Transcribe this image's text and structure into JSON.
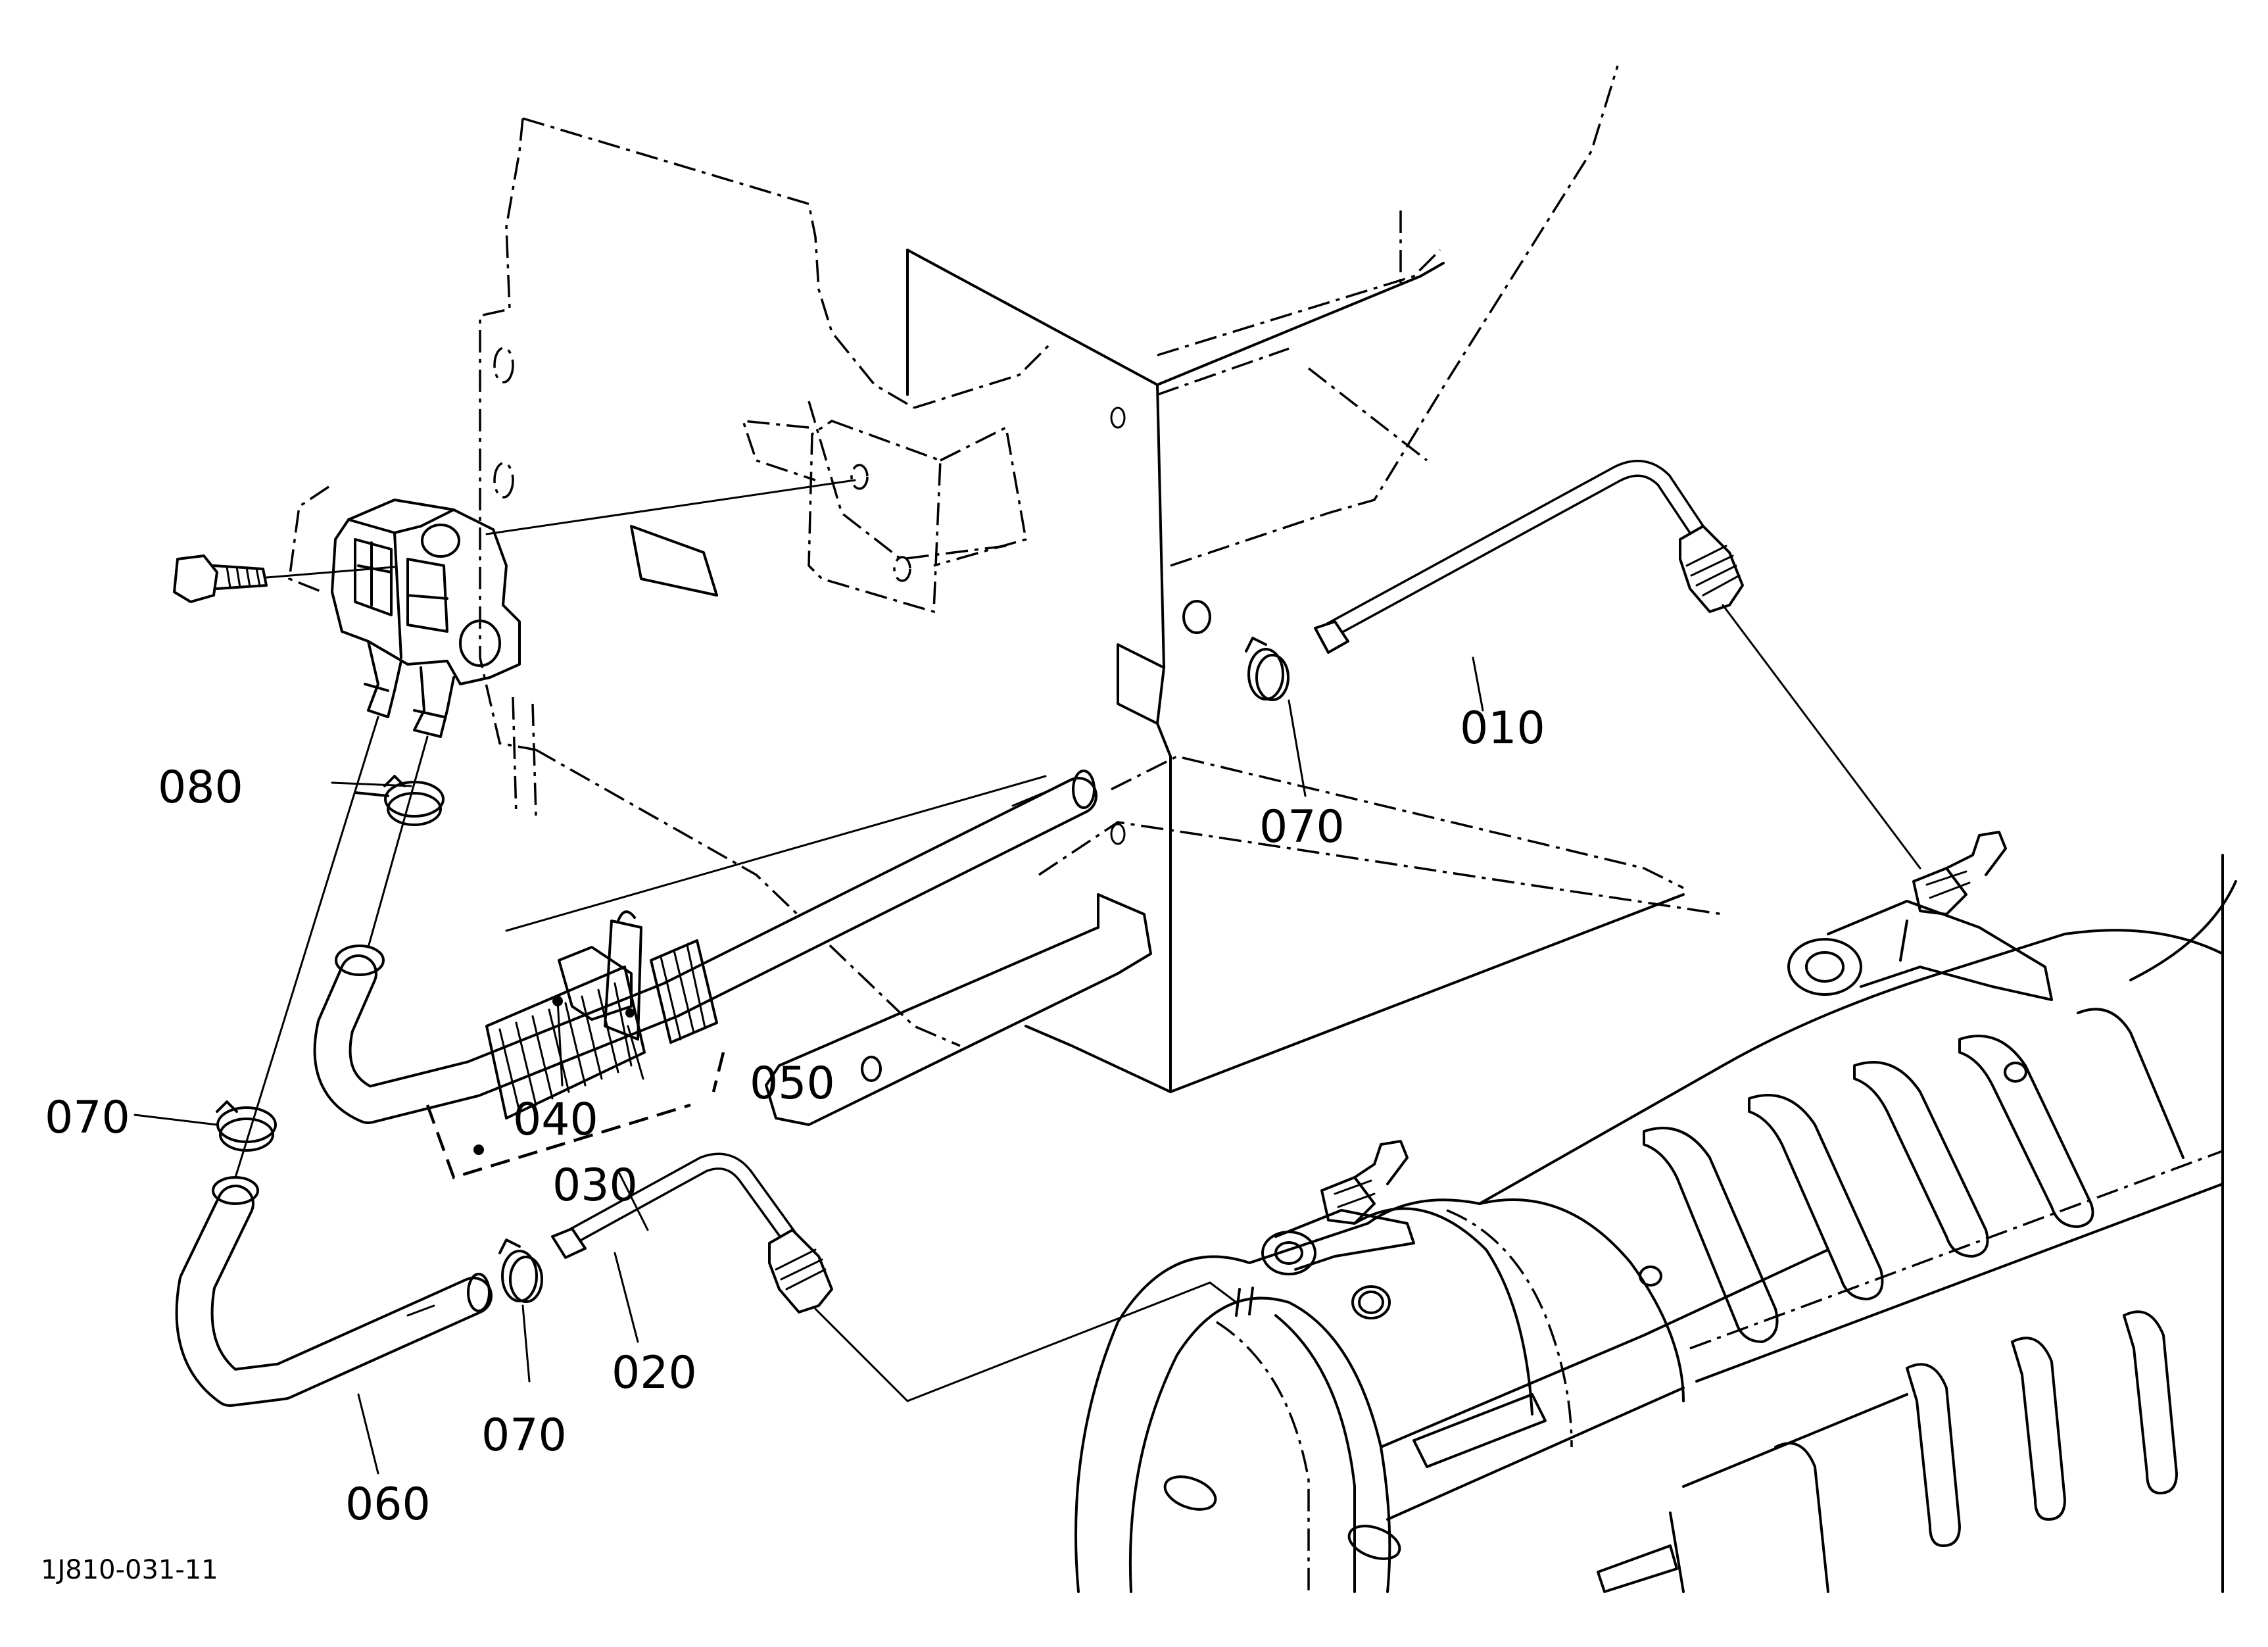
{
  "callouts": {
    "c010": "010",
    "c020": "020",
    "c030": "030",
    "c040": "040",
    "c050": "050",
    "c060": "060",
    "c070a": "070",
    "c070b": "070",
    "c070c": "070",
    "c080": "080"
  },
  "figure_ref": "1J810-031-11"
}
